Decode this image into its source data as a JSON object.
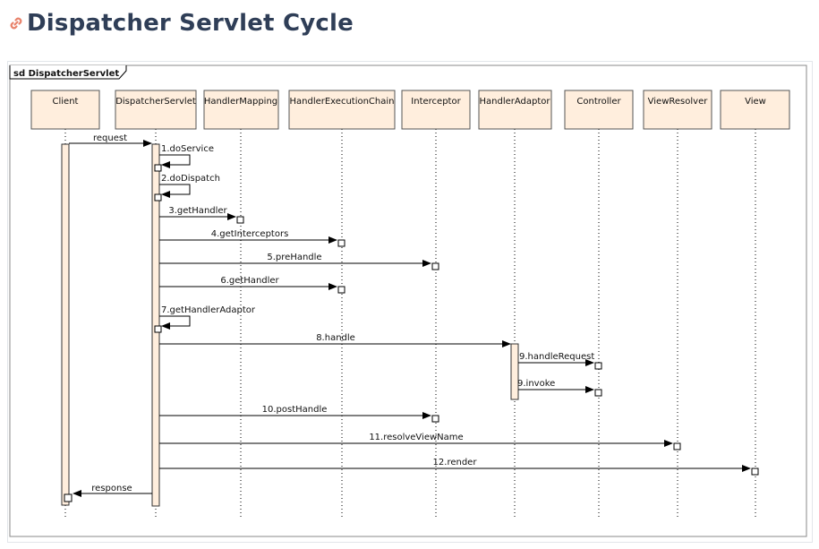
{
  "page": {
    "title": "Dispatcher Servlet Cycle"
  },
  "diagram": {
    "frame_label": "sd DispatcherServlet",
    "lifelines": [
      {
        "id": "client",
        "label": "Client"
      },
      {
        "id": "dispatcher-servlet",
        "label": "DispatcherServlet"
      },
      {
        "id": "handler-mapping",
        "label": "HandlerMapping"
      },
      {
        "id": "handler-execution-chain",
        "label": "HandlerExecutionChain"
      },
      {
        "id": "interceptor",
        "label": "Interceptor"
      },
      {
        "id": "handler-adaptor",
        "label": "HandlerAdaptor"
      },
      {
        "id": "controller",
        "label": "Controller"
      },
      {
        "id": "view-resolver",
        "label": "ViewResolver"
      },
      {
        "id": "view",
        "label": "View"
      }
    ],
    "messages": [
      {
        "label": "request",
        "from": 0,
        "to": 1
      },
      {
        "label": "1.doService",
        "from": 1,
        "to": 1
      },
      {
        "label": "2.doDispatch",
        "from": 1,
        "to": 1
      },
      {
        "label": "3.getHandler",
        "from": 1,
        "to": 2
      },
      {
        "label": "4.getInterceptors",
        "from": 1,
        "to": 3
      },
      {
        "label": "5.preHandle",
        "from": 1,
        "to": 4
      },
      {
        "label": "6.getHandler",
        "from": 1,
        "to": 3
      },
      {
        "label": "7.getHandlerAdaptor",
        "from": 1,
        "to": 1
      },
      {
        "label": "8.handle",
        "from": 1,
        "to": 5
      },
      {
        "label": "9.handleRequest",
        "from": 5,
        "to": 6
      },
      {
        "label": "9.invoke",
        "from": 5,
        "to": 6
      },
      {
        "label": "10.postHandle",
        "from": 1,
        "to": 4
      },
      {
        "label": "11.resolveViewName",
        "from": 1,
        "to": 7
      },
      {
        "label": "12.render",
        "from": 1,
        "to": 8
      },
      {
        "label": "response",
        "from": 1,
        "to": 0
      }
    ]
  }
}
